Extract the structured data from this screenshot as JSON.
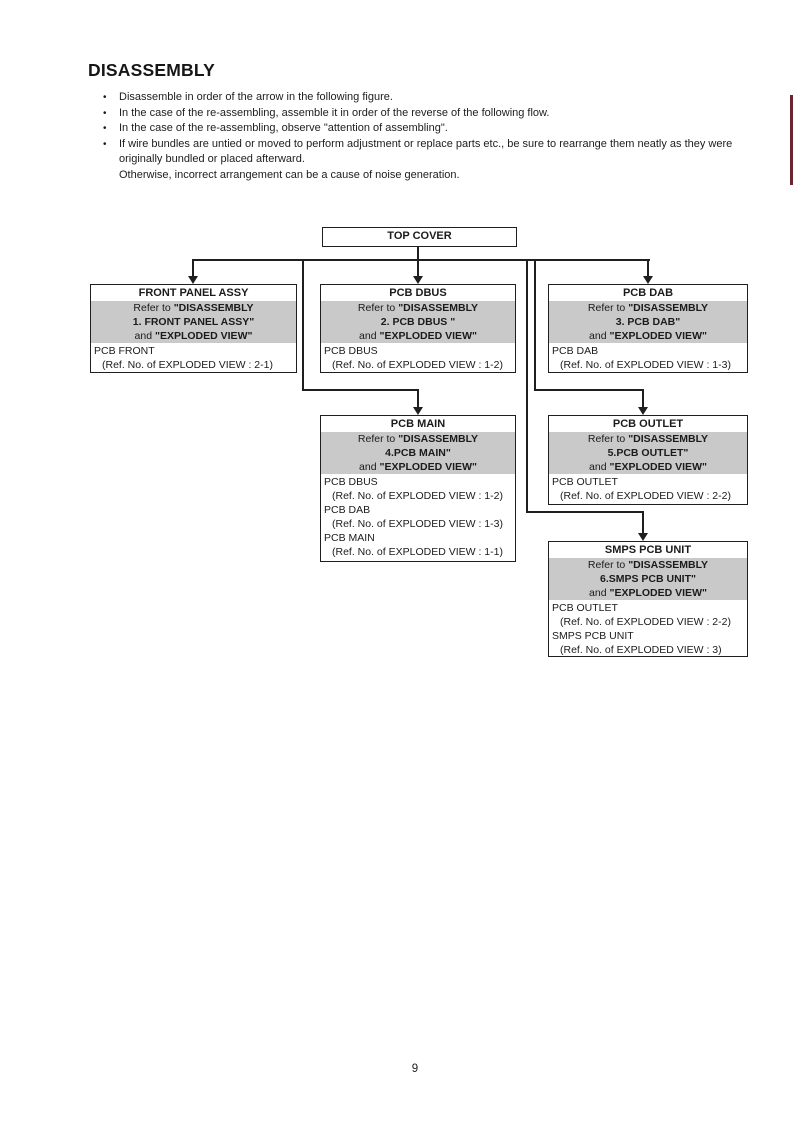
{
  "page": {
    "title": "DISASSEMBLY",
    "bullet_char": "•",
    "bullets": [
      {
        "text": "Disassemble in order of the arrow in the following figure."
      },
      {
        "text": "In the case of the re-assembling, assemble it in order of the reverse of the following flow."
      },
      {
        "text": "In the case of the re-assembling, observe \"attention of assembling\"."
      },
      {
        "text": "If wire bundles are untied or moved to perform adjustment or replace parts etc., be sure to rearrange them neatly as they were originally bundled or placed afterward.",
        "note": "Otherwise, incorrect arrangement can be a cause of noise generation."
      }
    ],
    "page_number": "9"
  },
  "flowchart": {
    "root": {
      "title": "TOP COVER"
    },
    "boxes": [
      {
        "id": "front-panel-assy",
        "title": "FRONT PANEL ASSY",
        "refer": {
          "line1_pre": "Refer to ",
          "line1_bold": "\"DISASSEMBLY",
          "line2_bold": "1. FRONT PANEL ASSY\"",
          "line3_pre": "and ",
          "line3_bold": "\"EXPLODED VIEW\""
        },
        "items": [
          {
            "name": "PCB FRONT",
            "ref": "(Ref. No. of EXPLODED VIEW : 2-1)"
          }
        ]
      },
      {
        "id": "pcb-dbus",
        "title": "PCB DBUS",
        "refer": {
          "line1_pre": "Refer to ",
          "line1_bold": "\"DISASSEMBLY",
          "line2_bold": "2. PCB DBUS \"",
          "line3_pre": "and ",
          "line3_bold": "\"EXPLODED VIEW\""
        },
        "items": [
          {
            "name": "PCB DBUS",
            "ref": "(Ref. No. of EXPLODED VIEW : 1-2)"
          }
        ]
      },
      {
        "id": "pcb-dab",
        "title": "PCB DAB",
        "refer": {
          "line1_pre": "Refer to ",
          "line1_bold": "\"DISASSEMBLY",
          "line2_bold": "3. PCB DAB\"",
          "line3_pre": "and ",
          "line3_bold": "\"EXPLODED VIEW\""
        },
        "items": [
          {
            "name": "PCB DAB",
            "ref": "(Ref. No. of EXPLODED VIEW : 1-3)"
          }
        ]
      },
      {
        "id": "pcb-main",
        "title": "PCB MAIN",
        "refer": {
          "line1_pre": "Refer to ",
          "line1_bold": "\"DISASSEMBLY",
          "line2_bold": "4.PCB MAIN\"",
          "line3_pre": "and ",
          "line3_bold": "\"EXPLODED VIEW\""
        },
        "items": [
          {
            "name": "PCB DBUS",
            "ref": "(Ref. No. of EXPLODED VIEW : 1-2)"
          },
          {
            "name": "PCB DAB",
            "ref": "(Ref. No. of EXPLODED VIEW : 1-3)"
          },
          {
            "name": "PCB MAIN",
            "ref": "(Ref. No. of EXPLODED VIEW : 1-1)"
          }
        ]
      },
      {
        "id": "pcb-outlet",
        "title": "PCB OUTLET",
        "refer": {
          "line1_pre": "Refer to ",
          "line1_bold": "\"DISASSEMBLY",
          "line2_bold": "5.PCB OUTLET\"",
          "line3_pre": "and ",
          "line3_bold": "\"EXPLODED VIEW\""
        },
        "items": [
          {
            "name": "PCB OUTLET",
            "ref": "(Ref. No. of EXPLODED VIEW : 2-2)"
          }
        ]
      },
      {
        "id": "smps-pcb-unit",
        "title": "SMPS PCB UNIT",
        "refer": {
          "line1_pre": "Refer to ",
          "line1_bold": "\"DISASSEMBLY",
          "line2_bold": "6.SMPS PCB UNIT\"",
          "line3_pre": "and ",
          "line3_bold": "\"EXPLODED VIEW\""
        },
        "items": [
          {
            "name": "PCB OUTLET",
            "ref": "(Ref. No. of EXPLODED VIEW : 2-2)"
          },
          {
            "name": "SMPS PCB UNIT",
            "ref": "(Ref. No. of EXPLODED VIEW : 3)"
          }
        ]
      }
    ],
    "edges": [
      {
        "from": "TOP COVER",
        "to": "FRONT PANEL ASSY"
      },
      {
        "from": "TOP COVER",
        "to": "PCB DBUS"
      },
      {
        "from": "TOP COVER",
        "to": "PCB DAB"
      },
      {
        "from": "TOP COVER",
        "to": "PCB MAIN"
      },
      {
        "from": "TOP COVER",
        "to": "PCB OUTLET"
      },
      {
        "from": "TOP COVER",
        "to": "SMPS PCB UNIT"
      }
    ]
  },
  "colors": {
    "shade": "#c9c9c9",
    "line": "#1f1f1f",
    "edge_mark": "#6b2430"
  }
}
